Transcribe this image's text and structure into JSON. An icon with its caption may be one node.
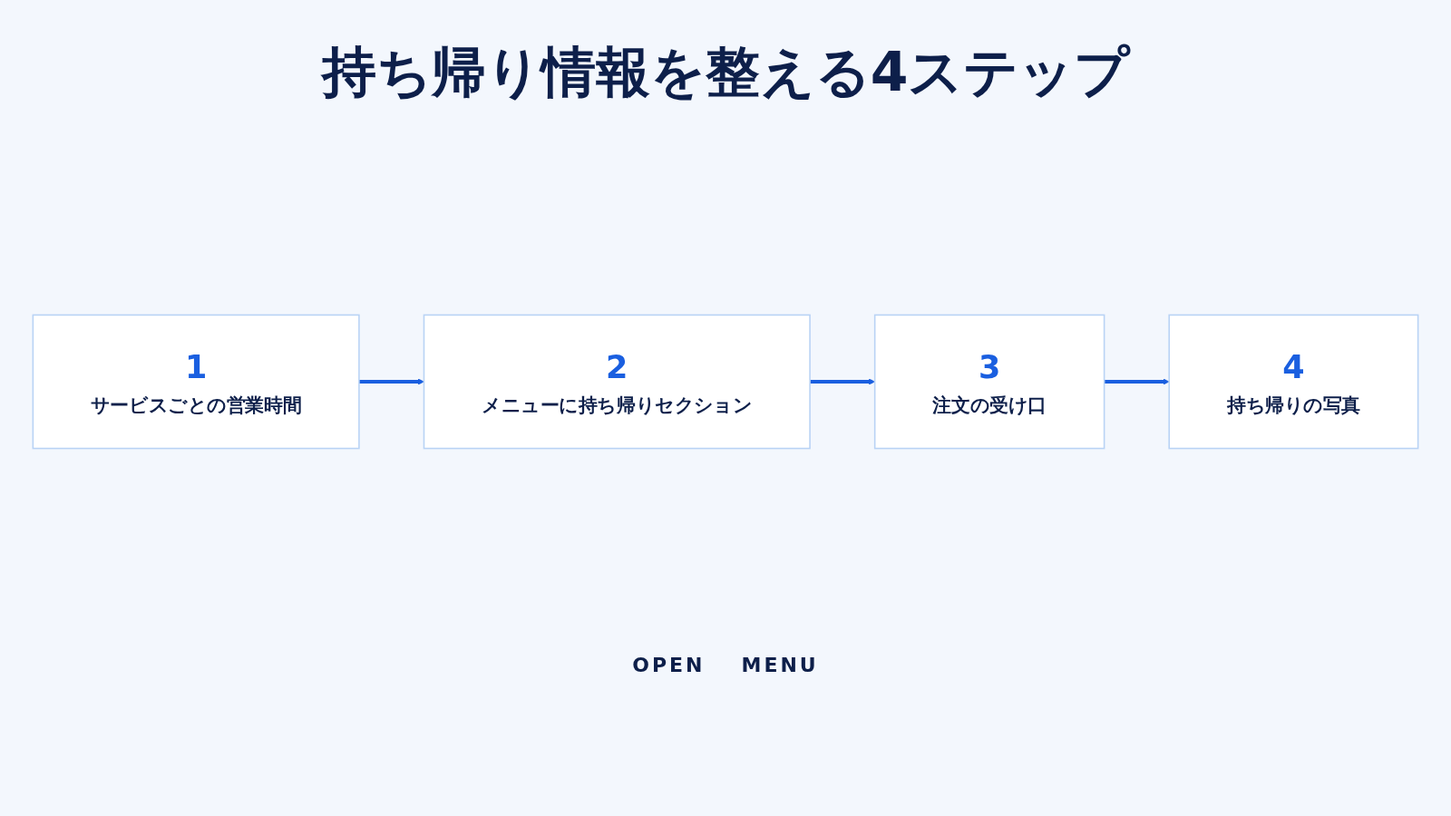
{
  "diagram": {
    "title": "持ち帰り情報を整える4ステップ",
    "nodes": [
      {
        "text": [
          "1",
          "サービスごとの営業時間"
        ]
      },
      {
        "text": [
          "2",
          "メニューに持ち帰りセクション"
        ]
      },
      {
        "text": [
          "3",
          "注文の受け口"
        ]
      },
      {
        "text": [
          "4",
          "持ち帰りの写真"
        ]
      }
    ],
    "edges": [
      {
        "from": 0,
        "to": 1,
        "arrow": "to"
      },
      {
        "from": 1,
        "to": 2,
        "arrow": "to"
      },
      {
        "from": 2,
        "to": 3,
        "arrow": "to"
      }
    ],
    "labels": [
      "OPEN",
      "MENU"
    ]
  }
}
